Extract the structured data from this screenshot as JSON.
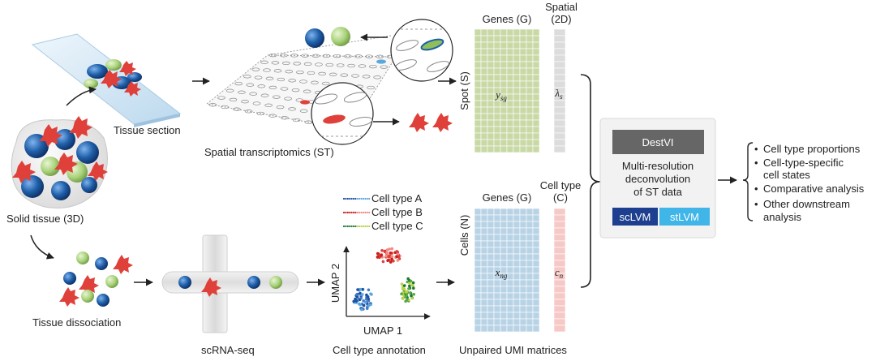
{
  "labels": {
    "tissue_section": "Tissue section",
    "solid_tissue": "Solid tissue (3D)",
    "tissue_dissociation": "Tissue dissociation",
    "spatial_transcriptomics": "Spatial transcriptomics (ST)",
    "scrnaseq": "scRNA-seq",
    "cell_type_annotation": "Cell type annotation",
    "unpaired_umi": "Unpaired UMI matrices"
  },
  "st_matrix": {
    "genes_label": "Genes (G)",
    "spatial_label_line1": "Spatial",
    "spatial_label_line2": "(2D)",
    "row_label": "Spot (S)",
    "cell_main": "y",
    "cell_main_sub": "sg",
    "cell_side": "λ",
    "cell_side_sub": "s"
  },
  "sc_matrix": {
    "genes_label": "Genes (G)",
    "celltype_label_line1": "Cell type",
    "celltype_label_line2": "(C)",
    "row_label": "Cells (N)",
    "cell_main": "x",
    "cell_main_sub": "ng",
    "cell_side": "c",
    "cell_side_sub": "n"
  },
  "umap": {
    "xlabel": "UMAP 1",
    "ylabel": "UMAP 2",
    "legend": [
      "Cell type A",
      "Cell type B",
      "Cell type C"
    ]
  },
  "destvi": {
    "title": "DestVI",
    "line1": "Multi-resolution",
    "line2": "deconvolution",
    "line3": "of ST data",
    "btn_sc": "scLVM",
    "btn_st": "stLVM"
  },
  "outputs": [
    {
      "line1": "Cell type proportions",
      "line2": ""
    },
    {
      "line1": "Cell-type-specific",
      "line2": "cell states"
    },
    {
      "line1": "Comparative analysis",
      "line2": ""
    },
    {
      "line1": "Other downstream",
      "line2": "analysis"
    }
  ],
  "colors": {
    "blue_cell": "#1f5fa8",
    "green_cell": "#8fbf5a",
    "red_cell": "#e0403a",
    "st_grid": "#c9d9a6",
    "sc_grid": "#b9d3e6",
    "spatial_col": "#dcdcdc",
    "celltype_col": "#f6c9c7",
    "destvi_header": "#666666",
    "sclvm": "#1e3f8f",
    "stlvm": "#3fb5e8"
  }
}
